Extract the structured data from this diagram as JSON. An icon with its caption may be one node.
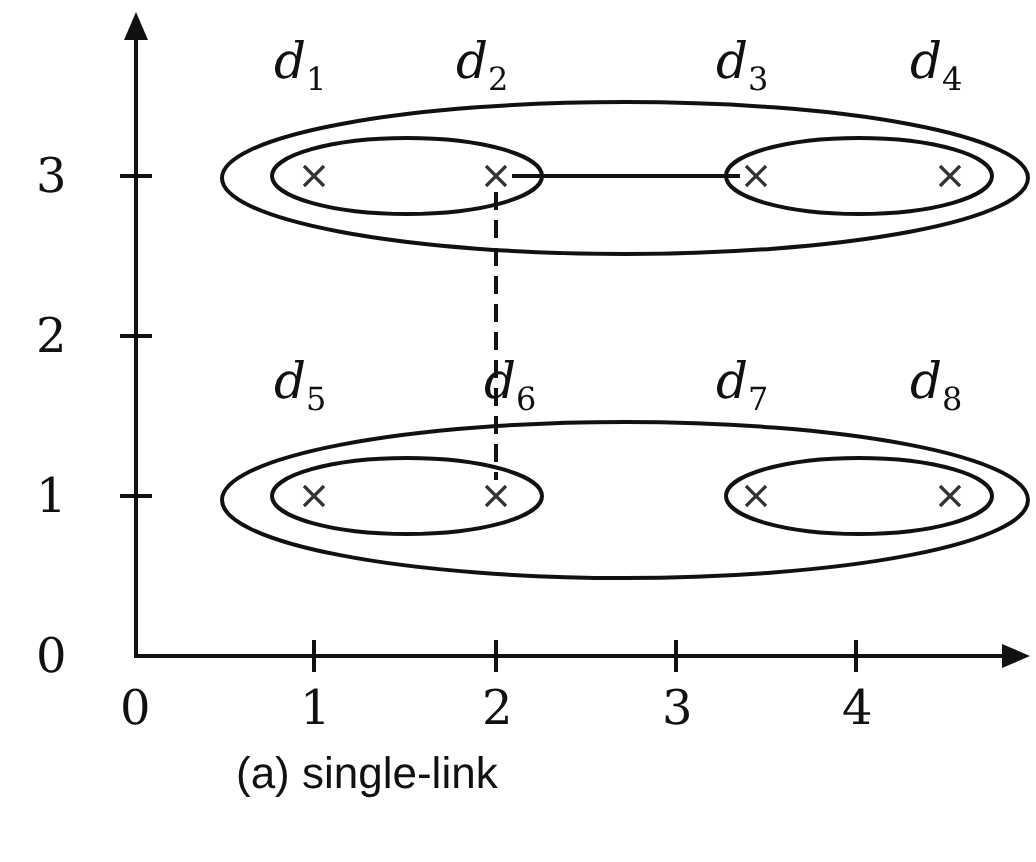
{
  "diagram": {
    "caption": "(a) single-link",
    "nodes": [
      {
        "text": [],
        "shape": "ellipse"
      },
      {
        "text": [],
        "shape": "ellipse",
        "in": 0
      },
      {
        "text": [],
        "shape": "cross",
        "in": 1,
        "beside": [
          "d$_{1}$"
        ]
      },
      {
        "text": [],
        "shape": "cross",
        "in": 1,
        "beside": [
          "d$_{2}$"
        ]
      },
      {
        "text": [],
        "shape": "ellipse",
        "in": 0
      },
      {
        "text": [],
        "shape": "cross",
        "in": 4,
        "beside": [
          "d$_{3}$"
        ]
      },
      {
        "text": [],
        "shape": "cross",
        "in": 4,
        "beside": [
          "d$_{4}$"
        ]
      },
      {
        "text": [],
        "shape": "ellipse"
      },
      {
        "text": [],
        "shape": "ellipse",
        "in": 7
      },
      {
        "text": [],
        "shape": "cross",
        "in": 8,
        "beside": [
          "d$_{5}$"
        ]
      },
      {
        "text": [],
        "shape": "cross",
        "in": 8,
        "beside": [
          "d$_{6}$"
        ]
      },
      {
        "text": [],
        "shape": "ellipse",
        "in": 7
      },
      {
        "text": [],
        "shape": "cross",
        "in": 11,
        "beside": [
          "d$_{7}$"
        ]
      },
      {
        "text": [],
        "shape": "cross",
        "in": 11,
        "beside": [
          "d$_{8}$"
        ]
      }
    ],
    "edges": [
      {
        "from": 3,
        "to": 5,
        "arrow": "none"
      },
      {
        "from": 3,
        "to": 10,
        "arrow": "none",
        "style": "dashed"
      }
    ],
    "labels": [
      "3",
      "2",
      "1",
      "0",
      "0",
      "1",
      "2",
      "3",
      "4"
    ]
  }
}
